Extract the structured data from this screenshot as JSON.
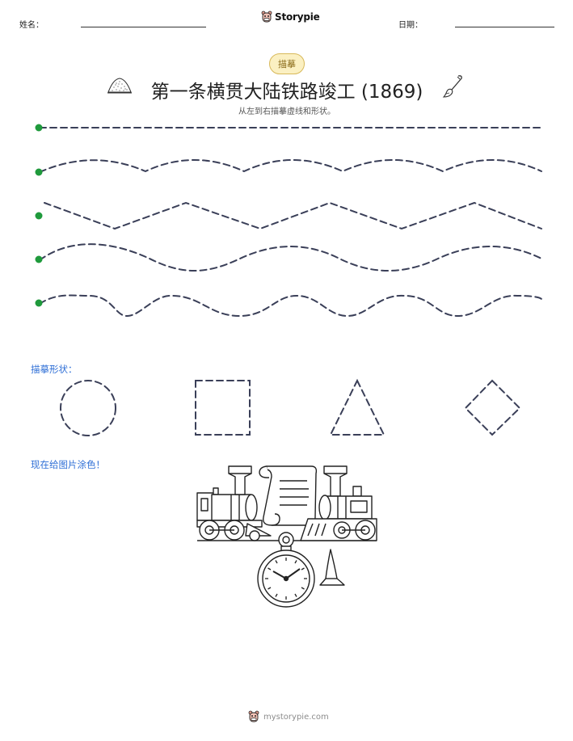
{
  "header": {
    "name_label": "姓名：",
    "date_label": "日期：",
    "brand": "Storypie"
  },
  "badge": "描摹",
  "title": "第一条横贯大陆铁路竣工 (1869)",
  "subtitle": "从左到右描摹虚线和形状。",
  "trace_lines": [
    {
      "kind": "straight"
    },
    {
      "kind": "arc-wave"
    },
    {
      "kind": "zigzag"
    },
    {
      "kind": "sine-wave"
    },
    {
      "kind": "smooth-wave"
    }
  ],
  "shapes_section": {
    "label": "描摹形状：",
    "shapes": [
      "circle",
      "square",
      "triangle",
      "diamond"
    ]
  },
  "coloring_section": {
    "label": "现在给图片涂色！",
    "items": [
      "train-left",
      "scroll",
      "train-right",
      "pocket-watch",
      "golden-spike"
    ]
  },
  "footer": {
    "text": "mystorypie.com"
  },
  "colors": {
    "start_dot": "#1f9a3c",
    "dashed_line": "#3a3f58",
    "section_label": "#2f6fd6",
    "badge_bg": "#fbf0c2"
  }
}
